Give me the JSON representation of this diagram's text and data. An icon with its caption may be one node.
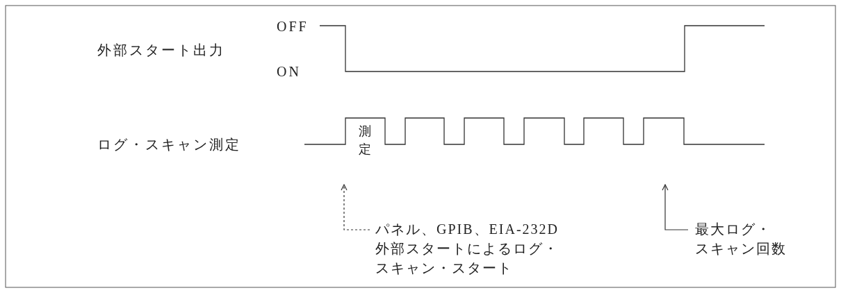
{
  "diagram": {
    "nodes": [
      {
        "text": [
          "パネル、GPIB、EIA-232D外部スタートによるログ・スキャン・スタート"
        ]
      },
      {
        "text": [
          "最大ログ・スキャン回数"
        ]
      }
    ],
    "edges": [
      {
        "from": 0,
        "to": null,
        "arrow": "to",
        "style": "dashed"
      },
      {
        "from": 1,
        "to": null,
        "arrow": "to"
      }
    ],
    "labels": [
      "外部スタート出力",
      "OFF",
      "ON",
      "ログ・スキャン測定",
      "測定"
    ]
  }
}
